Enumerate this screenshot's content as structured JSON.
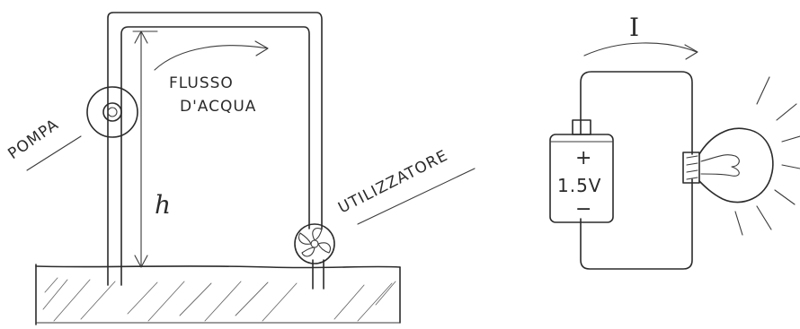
{
  "hydraulic": {
    "pump_label": "POMPA",
    "flow_label_1": "FLUSSO",
    "flow_label_2": "D'ACQUA",
    "user_label": "UTILIZZATORE",
    "height_label": "h"
  },
  "electric": {
    "current_label": "I",
    "battery_plus": "+",
    "battery_voltage": "1.5V",
    "battery_minus": "−"
  }
}
